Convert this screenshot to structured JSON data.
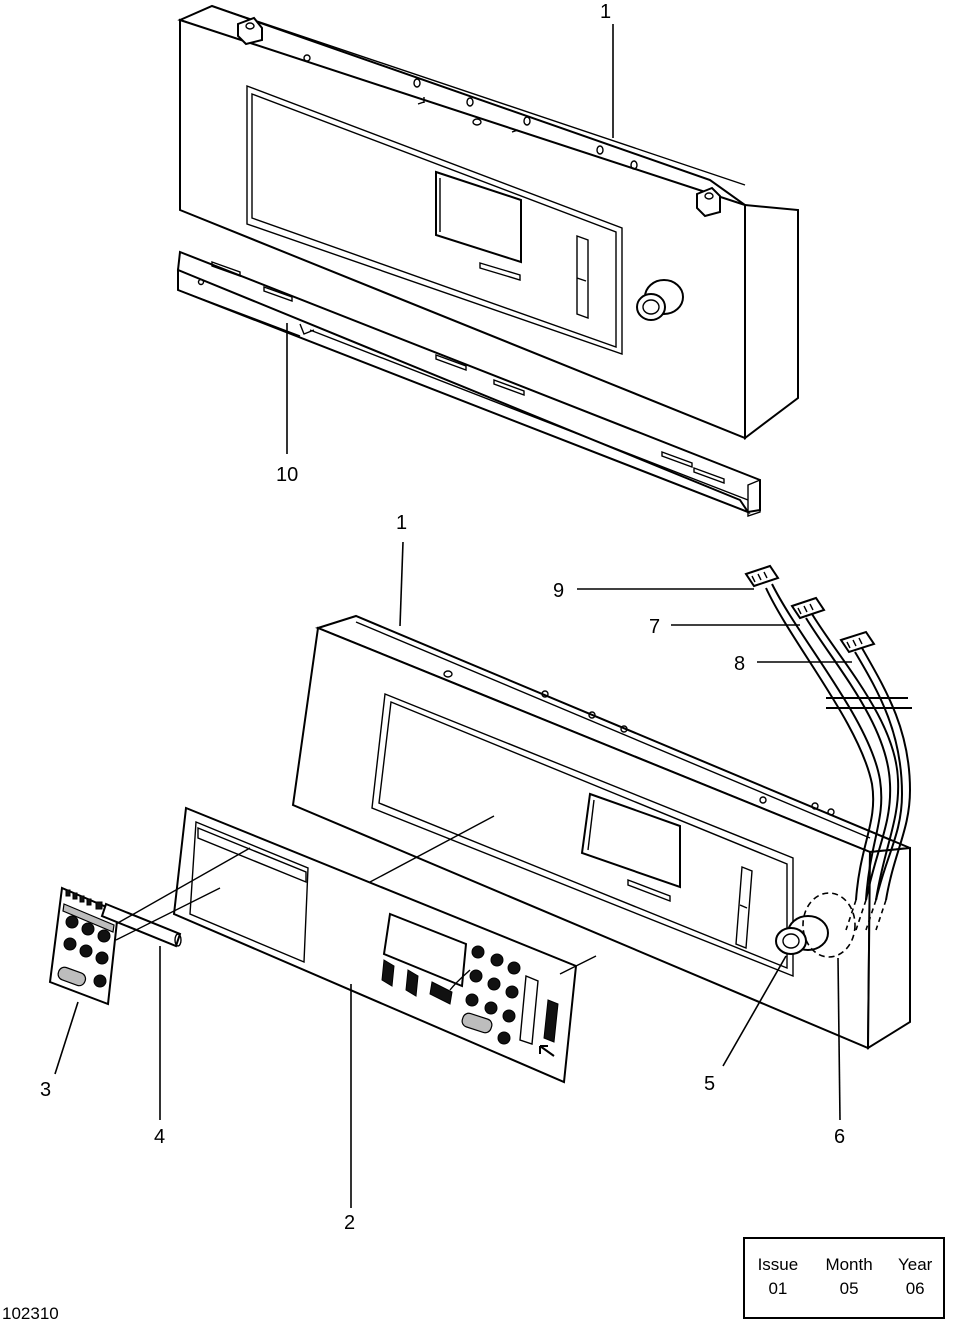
{
  "callouts": {
    "top_1": "1",
    "top_10": "10",
    "mid_1": "1",
    "c9": "9",
    "c7": "7",
    "c8": "8",
    "c3": "3",
    "c4": "4",
    "c5": "5",
    "c6": "6",
    "c2": "2"
  },
  "drawing_number": "102310",
  "issue_box": {
    "headers": [
      "Issue",
      "Month",
      "Year"
    ],
    "values": [
      "01",
      "05",
      "06"
    ]
  }
}
